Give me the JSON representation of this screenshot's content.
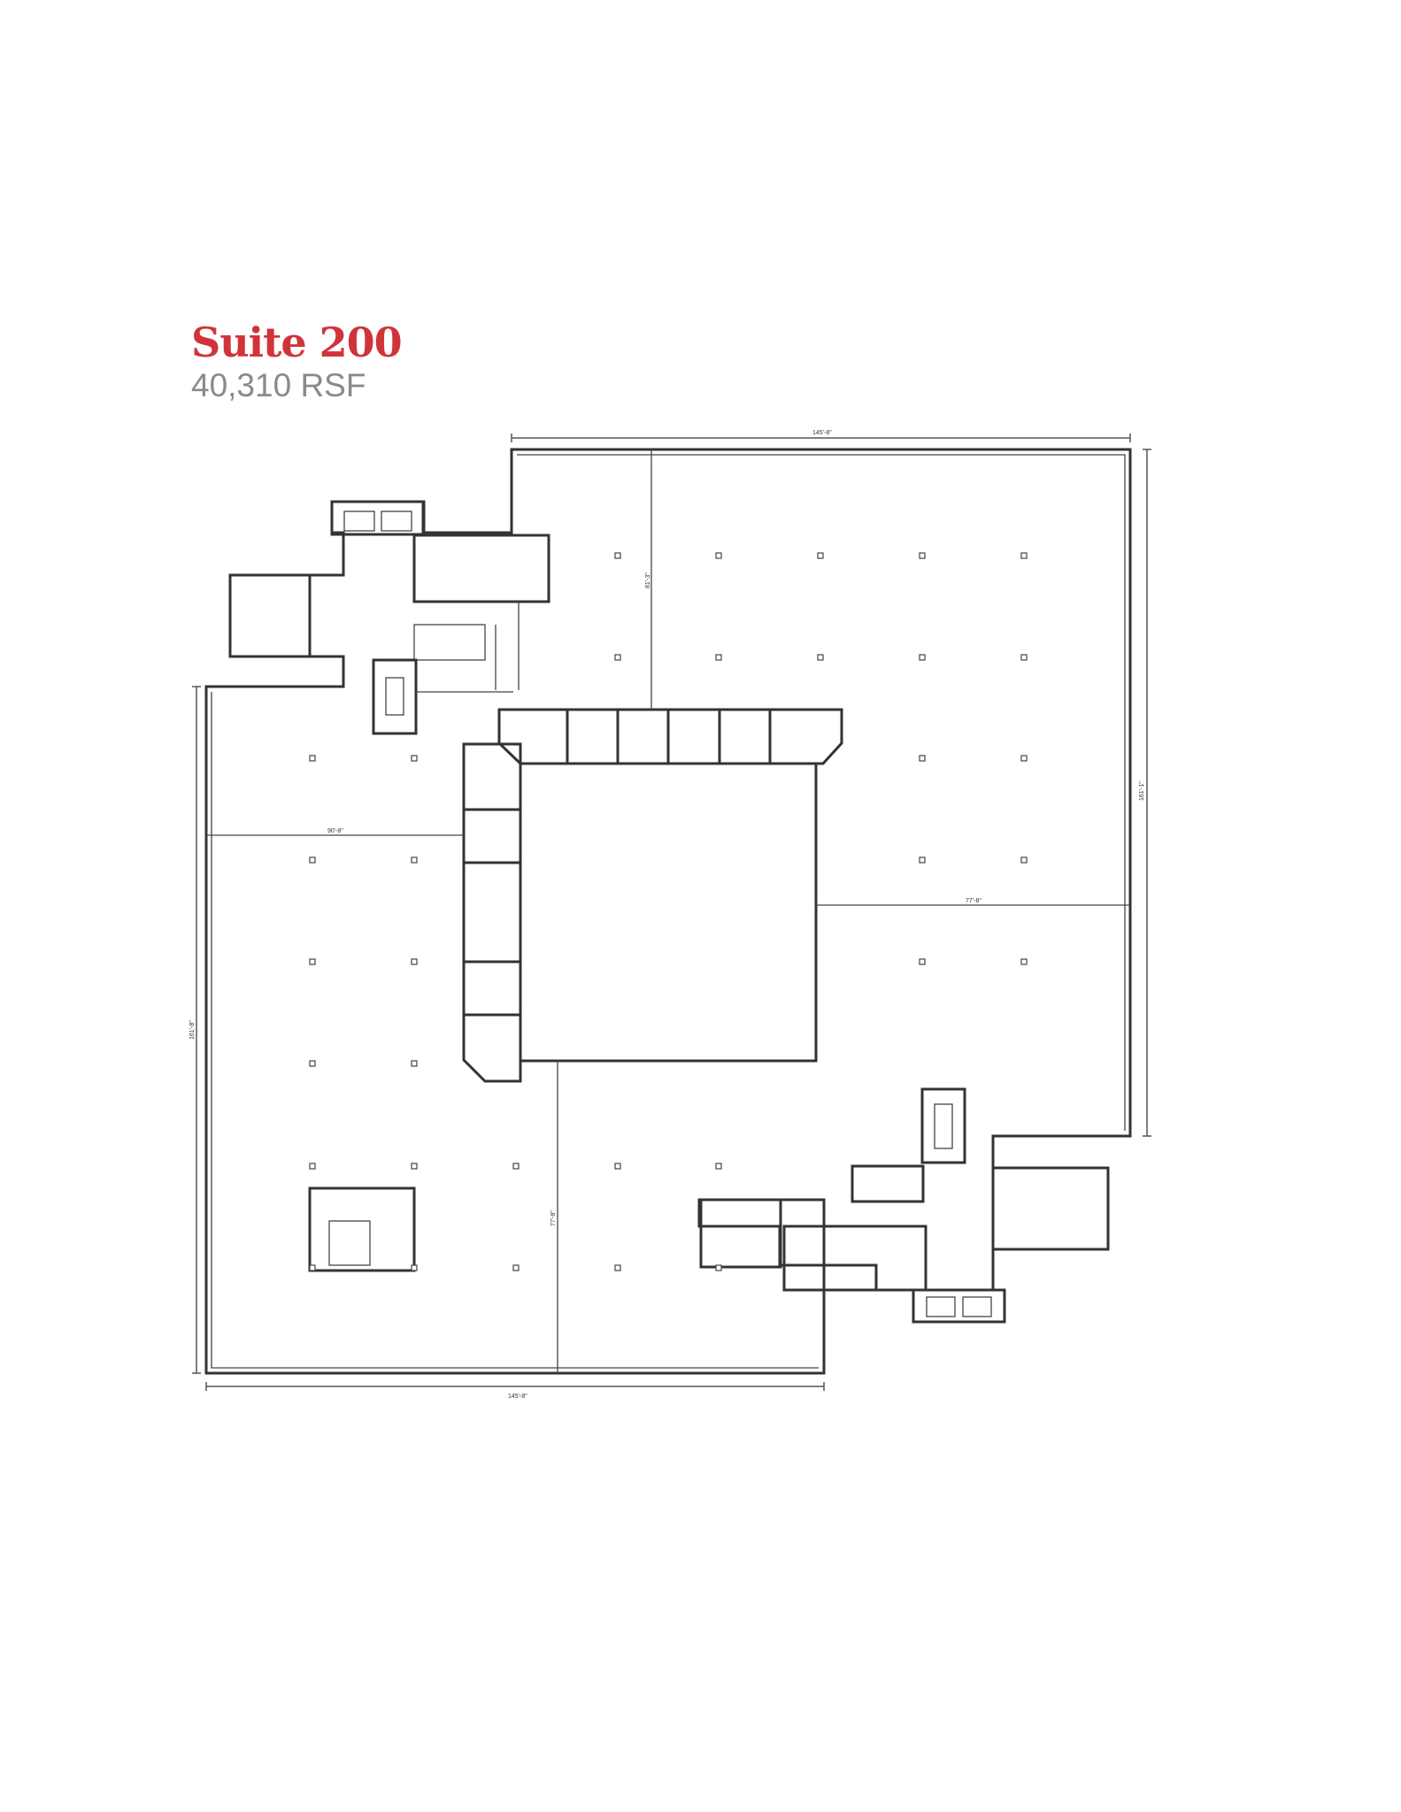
{
  "header": {
    "title": "Suite 200",
    "area": "40,310 RSF"
  },
  "colors": {
    "title": "#d0343a",
    "subtitle": "#8a8a8a",
    "lines": "#333333"
  },
  "dimensions": {
    "top_width": "145'-8\"",
    "right_height": "161'-1\"",
    "left_height": "161'-8\"",
    "bottom_width": "145'-8\"",
    "upper_divider": "81'-3\"",
    "left_divider": "90'-8\"",
    "right_divider": "77'-8\"",
    "lower_divider": "77'-8\""
  }
}
